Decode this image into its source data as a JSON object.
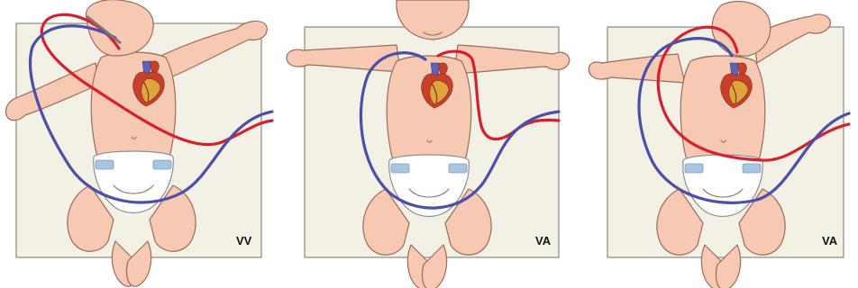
{
  "panels": [
    {
      "mode_label": "VV"
    },
    {
      "mode_label": "VA"
    },
    {
      "mode_label": "VA"
    }
  ],
  "colors": {
    "venous_cannula": "#4a4faa",
    "arterial_cannula": "#d8202c",
    "skin": "#f7c9b2",
    "diaper_tab": "#a8c6e2",
    "board": "#f3f0e6"
  },
  "icons": [
    "infant-figure",
    "heart-illustration",
    "venous-cannula",
    "arterial-cannula",
    "diaper"
  ]
}
